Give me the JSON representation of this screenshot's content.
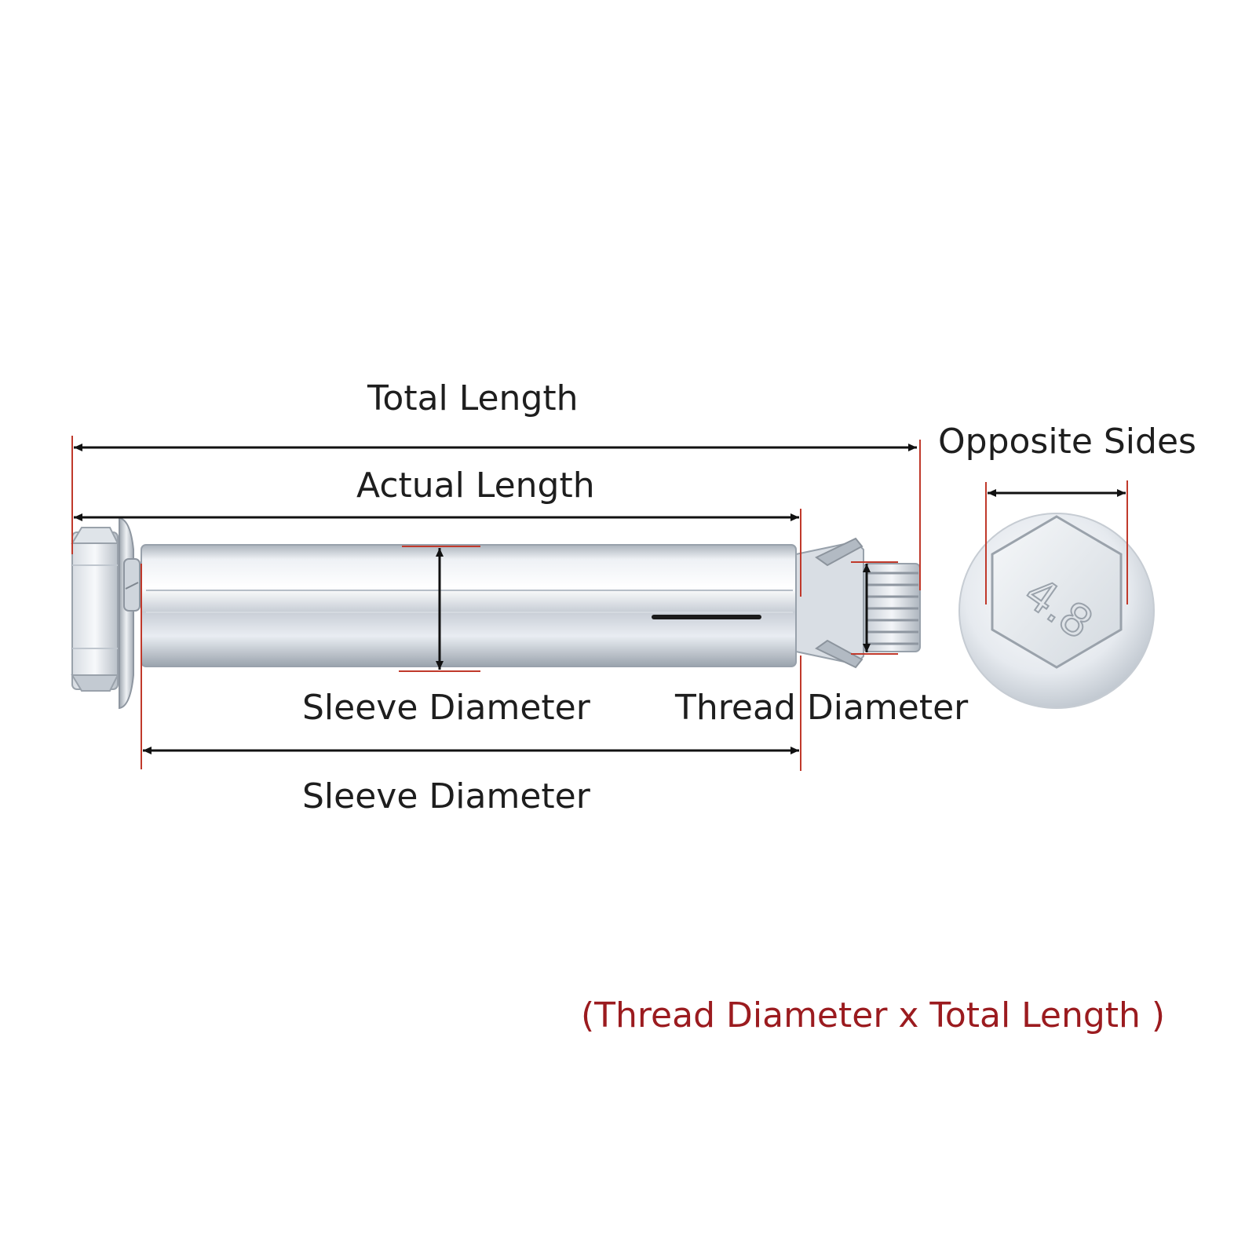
{
  "labels": {
    "total_length": "Total Length",
    "actual_length": "Actual Length",
    "opposite_sides": "Opposite Sides",
    "sleeve_diameter": "Sleeve Diameter",
    "thread_diameter": "Thread Diameter",
    "sleeve_length": "Sleeve Diameter",
    "formula": "(Thread Diameter  x Total Length )"
  },
  "head_marking": "4.8",
  "colors": {
    "background": "#ffffff",
    "text": "#1e1e1e",
    "formula_text": "#9b1b1f",
    "extension_line": "#c0392b",
    "dimension_line": "#111111",
    "metal_light": "#f2f4f7",
    "metal_mid": "#c9cfd6",
    "metal_dark": "#8c949d"
  }
}
